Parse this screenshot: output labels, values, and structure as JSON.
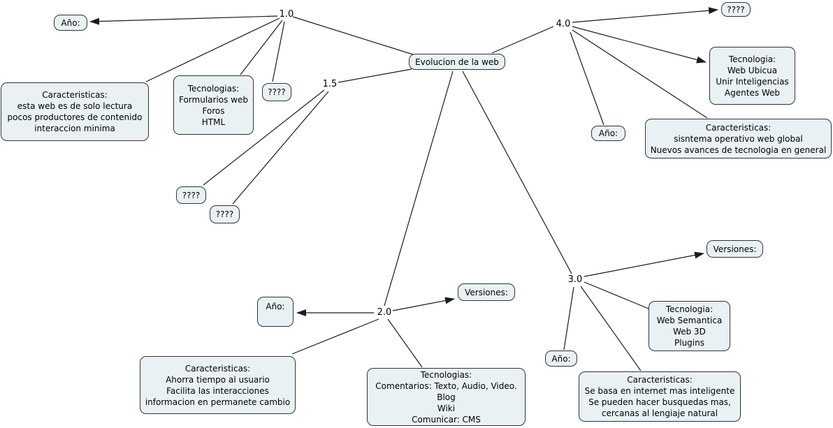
{
  "title": "Evolucion de la web",
  "colors": {
    "node_fill": "#e9f1f5",
    "node_border": "#333333",
    "line": "#1c1c1c",
    "text": "#000000"
  },
  "nodes": {
    "center": {
      "label": "Evolucion de la web"
    },
    "v10": {
      "label": "1.0"
    },
    "v15": {
      "label": "1.5"
    },
    "v20": {
      "label": "2.0"
    },
    "v30": {
      "label": "3.0"
    },
    "v40": {
      "label": "4.0"
    },
    "anio10": {
      "label": "Año:"
    },
    "caract10": {
      "label": "Caracteristicas:\nesta web es de solo lectura\npocos productores de contenido\ninteraccion minima"
    },
    "tecno10": {
      "label": "Tecnologias:\nFormularios web\nForos\nHTML"
    },
    "q10": {
      "label": "????"
    },
    "q15a": {
      "label": "????"
    },
    "q15b": {
      "label": "????"
    },
    "anio20": {
      "label": "Año:"
    },
    "versiones20": {
      "label": "Versiones:"
    },
    "caract20": {
      "label": "Caracteristicas:\nAhorra tiempo al usuario\nFacilita las interacciones\ninformacion en permanete cambio"
    },
    "tecno20": {
      "label": "Tecnologias:\nComentarios: Texto, Audio, Video.\nBlog\nWiki\nComunicar: CMS"
    },
    "versiones30": {
      "label": "Versiones:"
    },
    "tecno30": {
      "label": "Tecnologia:\nWeb Semantica\nWeb 3D\nPlugins"
    },
    "anio30": {
      "label": "Año:"
    },
    "caract30": {
      "label": "Caracteristicas:\nSe basa en internet mas inteligente\nSe pueden hacer busquedas mas,\ncercanas al lengiaje natural"
    },
    "q40": {
      "label": "????"
    },
    "tecno40": {
      "label": "Tecnologia:\nWeb Ubicua\nUnir Inteligencias\nAgentes Web"
    },
    "anio40": {
      "label": "Año:"
    },
    "caract40": {
      "label": "Caracteristicas:\nsisntema operativo web global\nNuevos avances de tecnologia en general"
    }
  }
}
